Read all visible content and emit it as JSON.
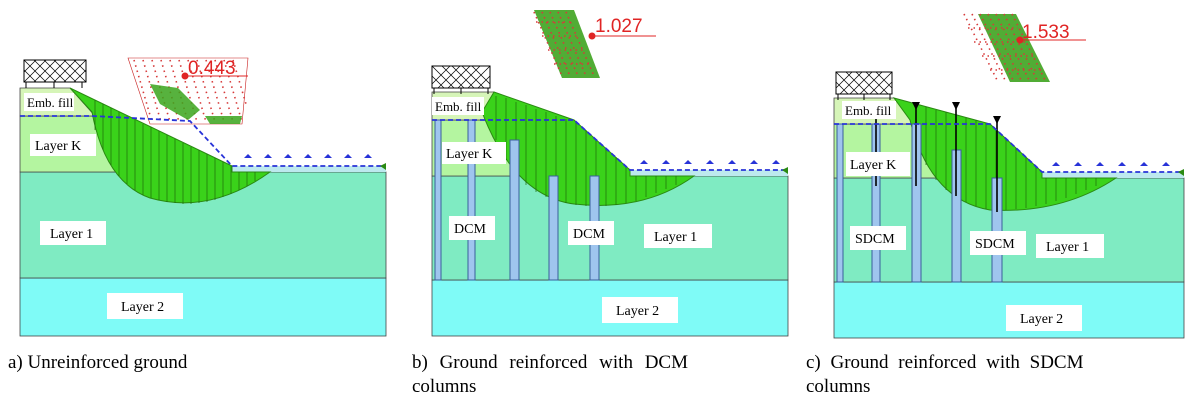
{
  "panels": [
    {
      "id": "a",
      "factor_of_safety": "0.443",
      "labels": {
        "emb_fill": "Emb. fill",
        "layer_k": "Layer K",
        "layer_1": "Layer 1",
        "layer_2": "Layer 2"
      },
      "caption": {
        "line1": "a) Unreinforced ground",
        "line2": ""
      }
    },
    {
      "id": "b",
      "factor_of_safety": "1.027",
      "labels": {
        "emb_fill": "Emb. fill",
        "layer_k": "Layer K",
        "layer_1": "Layer 1",
        "layer_2": "Layer 2",
        "column_1": "DCM",
        "column_2": "DCM"
      },
      "caption": {
        "line1": "b) Ground reinforced with DCM",
        "line2": "columns"
      }
    },
    {
      "id": "c",
      "factor_of_safety": "1.533",
      "labels": {
        "emb_fill": "Emb. fill",
        "layer_k": "Layer K",
        "layer_1": "Layer 1",
        "layer_2": "Layer 2",
        "column_1": "SDCM",
        "column_2": "SDCM"
      },
      "caption": {
        "line1": "c) Ground reinforced with SDCM",
        "line2": "columns"
      }
    }
  ],
  "colors": {
    "layer_2": "#7ffbf7",
    "layer_1": "#7febc2",
    "layer_k": "#b4f5a0",
    "emb_fill": "#d6f5b8",
    "slip_mass": "#3ad21a",
    "column": "#9fc5ee",
    "water": "#2833d8",
    "grid": "#c81e1e",
    "fos_text": "#e02424"
  }
}
